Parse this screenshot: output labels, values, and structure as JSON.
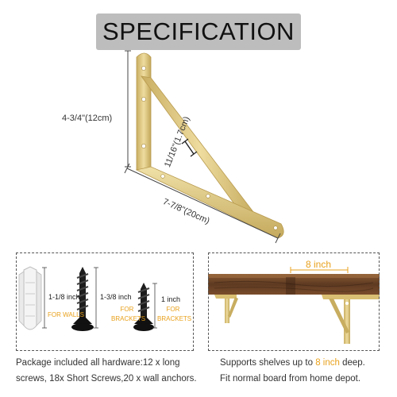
{
  "title": "SPECIFICATION",
  "dimensions": {
    "height": "4-3/4\"(12cm)",
    "thickness": "11/16\"(1.7cm)",
    "length": "7-7/8\"(20cm)"
  },
  "hardware": {
    "anchor_length": "1-1/8 inch",
    "anchor_use": "FOR WALLS",
    "long_screw_length": "1-3/8 inch",
    "long_screw_use": "FOR BRACKETS",
    "short_screw_length": "1 inch",
    "short_screw_use": "FOR BRACKETS"
  },
  "shelf": {
    "depth_label": "8 inch"
  },
  "captions": {
    "package_line1": "Package included all hardware:12 x long",
    "package_line2": "screws, 18x Short Screws,20 x wall anchors.",
    "supports_prefix": "Supports shelves up to ",
    "supports_highlight": "8 inch",
    "supports_suffix": " deep.",
    "fit_line": "Fit normal board from home depot."
  },
  "colors": {
    "banner": "#bdbdbd",
    "gold": "#d8c27e",
    "accent_orange": "#e9a11c",
    "wood": "#6b4126"
  }
}
